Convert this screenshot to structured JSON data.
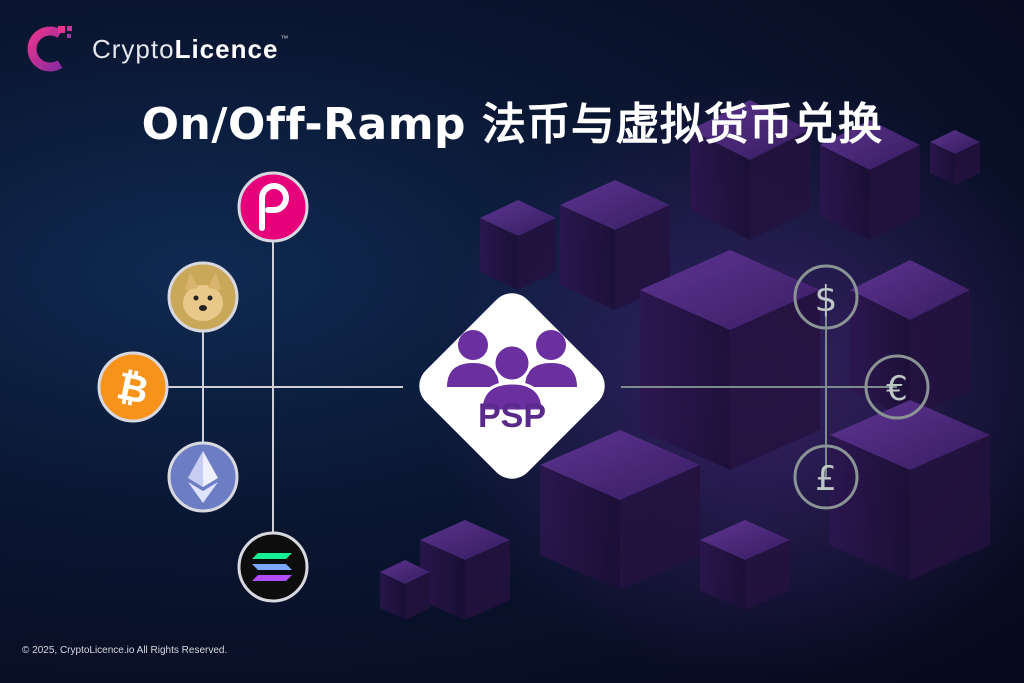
{
  "brand": {
    "name_light": "Crypto",
    "name_bold": "Licence",
    "trademark": "™"
  },
  "title": "On/Off-Ramp 法币与虚拟货币兑换",
  "center_node": {
    "label": "PSP",
    "icon": "users-group-icon"
  },
  "crypto_nodes": [
    {
      "name": "polkadot",
      "icon": "polkadot-icon",
      "glyph": "P",
      "color": "#e6007a"
    },
    {
      "name": "dogecoin",
      "icon": "dogecoin-icon",
      "color": "#c9a85a"
    },
    {
      "name": "bitcoin",
      "icon": "bitcoin-icon",
      "glyph": "₿",
      "color": "#f7931a"
    },
    {
      "name": "ethereum",
      "icon": "ethereum-icon",
      "color": "#6c7dc4"
    },
    {
      "name": "solana",
      "icon": "solana-icon",
      "color": "#0d0d0d"
    }
  ],
  "fiat_nodes": [
    {
      "name": "dollar",
      "icon": "dollar-icon",
      "glyph": "$"
    },
    {
      "name": "euro",
      "icon": "euro-icon",
      "glyph": "€"
    },
    {
      "name": "pound",
      "icon": "pound-icon",
      "glyph": "£"
    }
  ],
  "footer": "© 2025, CryptoLicence.io All Rights Reserved.",
  "colors": {
    "accent_purple": "#6b2fa0",
    "logo_pink": "#d62a8c"
  }
}
